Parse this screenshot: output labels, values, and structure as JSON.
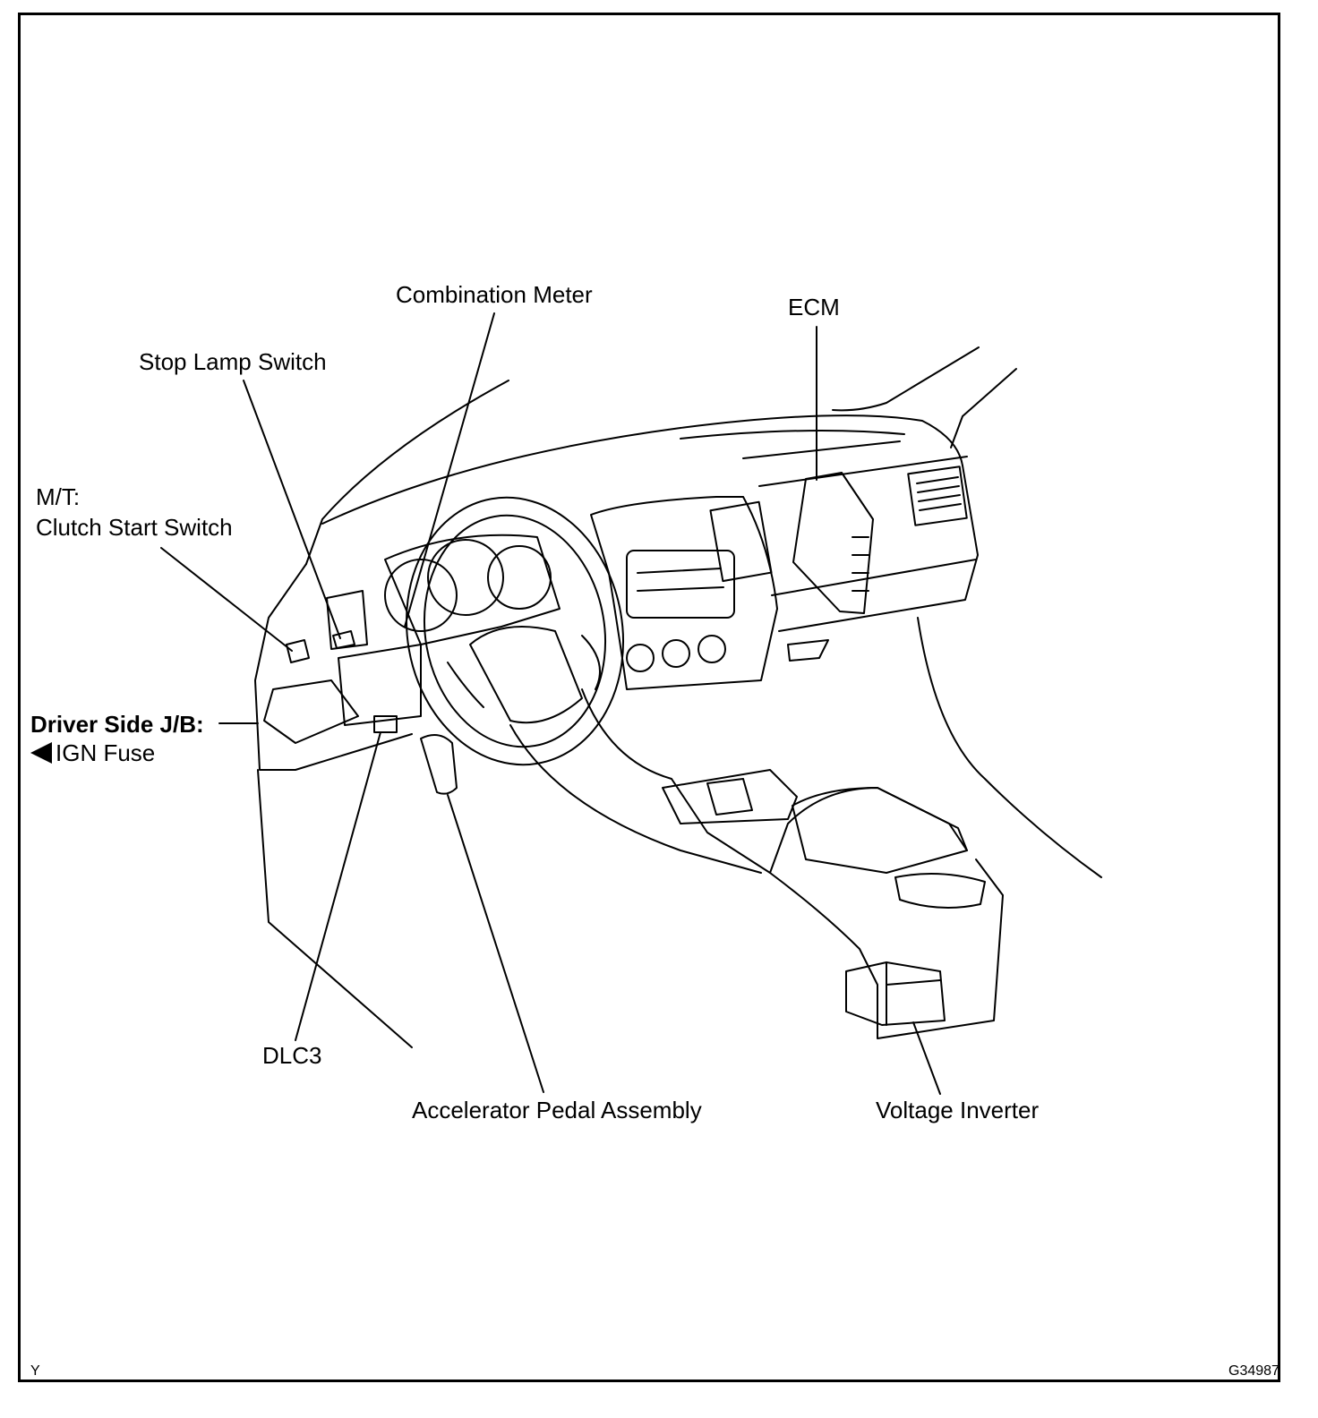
{
  "diagram": {
    "labels": {
      "combination_meter": "Combination Meter",
      "ecm": "ECM",
      "stop_lamp_switch": "Stop Lamp Switch",
      "mt_prefix": "M/T:",
      "clutch_start_switch": "Clutch Start Switch",
      "driver_side_jb": "Driver Side J/B:",
      "ign_fuse": "IGN Fuse",
      "dlc3": "DLC3",
      "accelerator_pedal_assembly": "Accelerator Pedal Assembly",
      "voltage_inverter": "Voltage Inverter"
    },
    "corner_code": "Y",
    "figure_id": "G34987",
    "icons": {
      "pointer": "left-triangle-icon"
    }
  }
}
